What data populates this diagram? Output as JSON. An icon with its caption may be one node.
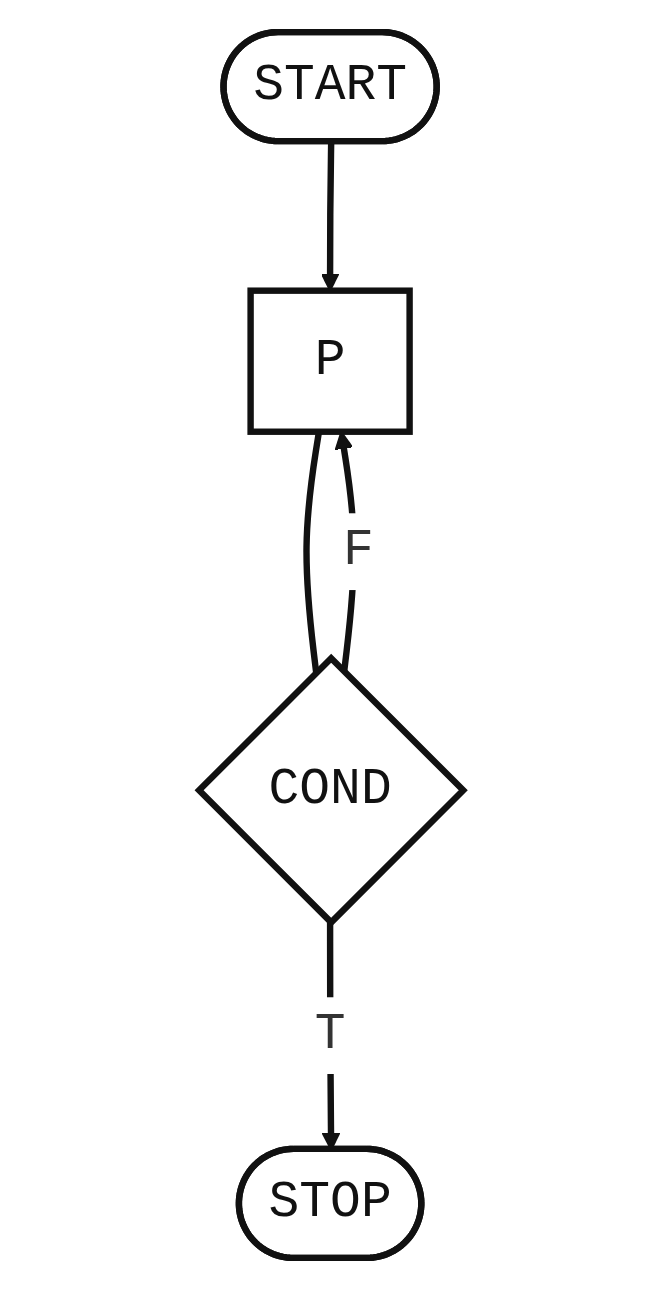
{
  "diagram": {
    "nodes": [
      {
        "text": [
          "START"
        ]
      },
      {
        "text": [
          "P"
        ]
      },
      {
        "text": [
          "COND"
        ]
      },
      {
        "text": [
          "STOP"
        ]
      }
    ],
    "edges": [
      {
        "from": 0,
        "to": 1,
        "arrow": "to"
      },
      {
        "from": 1,
        "to": 2,
        "arrow": "none"
      },
      {
        "from": 2,
        "to": 1,
        "label": "F",
        "arrow": "to"
      },
      {
        "from": 2,
        "to": 3,
        "label": "T",
        "arrow": "to"
      }
    ]
  }
}
